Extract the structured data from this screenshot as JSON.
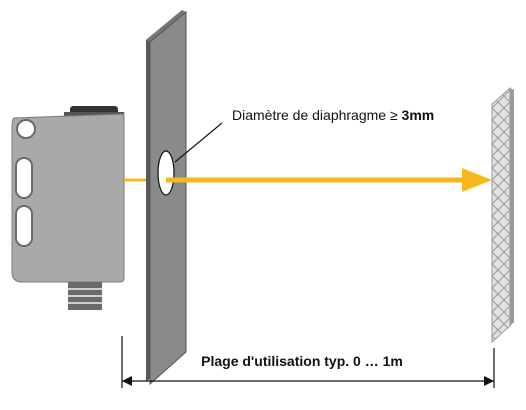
{
  "labels": {
    "aperture_prefix": "Diamètre de diaphragme ≥ ",
    "aperture_value": "3mm",
    "range_label": "Plage d'utilisation typ. 0 … 1m"
  },
  "colors": {
    "beam": "#f6b81c",
    "sensor_body": "#a9a9a9",
    "sensor_dark": "#5c5c5c",
    "panel_front": "#8a8a8a",
    "panel_top": "#6e6e6e",
    "panel_side": "#5a5a5a",
    "reflector": "#cfcfcf"
  },
  "icons": {
    "sensor": "photoelectric-sensor-icon",
    "reflector": "retro-reflector-icon"
  }
}
